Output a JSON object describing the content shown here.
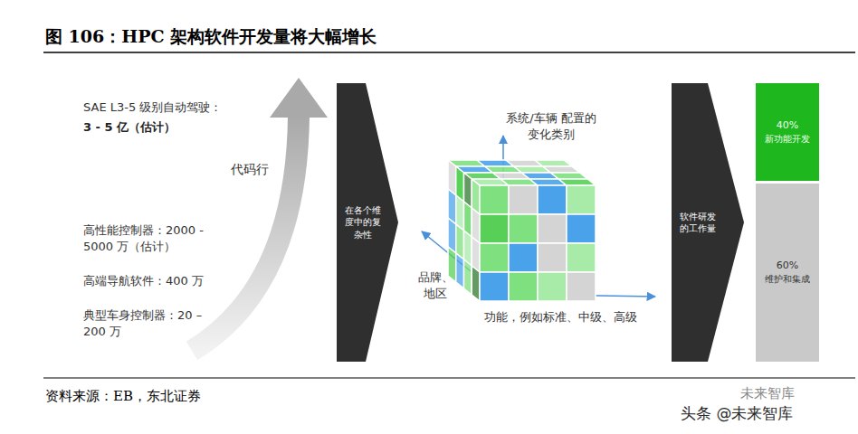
{
  "diagram": {
    "title": "图 106：HPC 架构软件开发量将大幅增长",
    "nodes": [
      {
        "text": [
          "在各个维度中的复杂性"
        ]
      },
      {
        "text": [
          "软件研发的工作量"
        ]
      },
      {
        "text": [
          "40%",
          "新功能开发"
        ]
      },
      {
        "text": [
          "60%",
          "维护和集成"
        ]
      }
    ],
    "labels": [
      "SAE L3-5 级别自动驾驶：",
      "3 - 5 亿（估计）",
      "代码行",
      "高性能控制器：2000 - 5000 万（估计）",
      "高端导航软件：400 万",
      "典型车身控制器：20 – 200 万",
      "系统/车辆 配置的变化类别",
      "品牌、地区",
      "功能，例如标准、中级、高级",
      "资料来源：EB，东北证券",
      "头条 @未来智库",
      "未来智库"
    ]
  }
}
